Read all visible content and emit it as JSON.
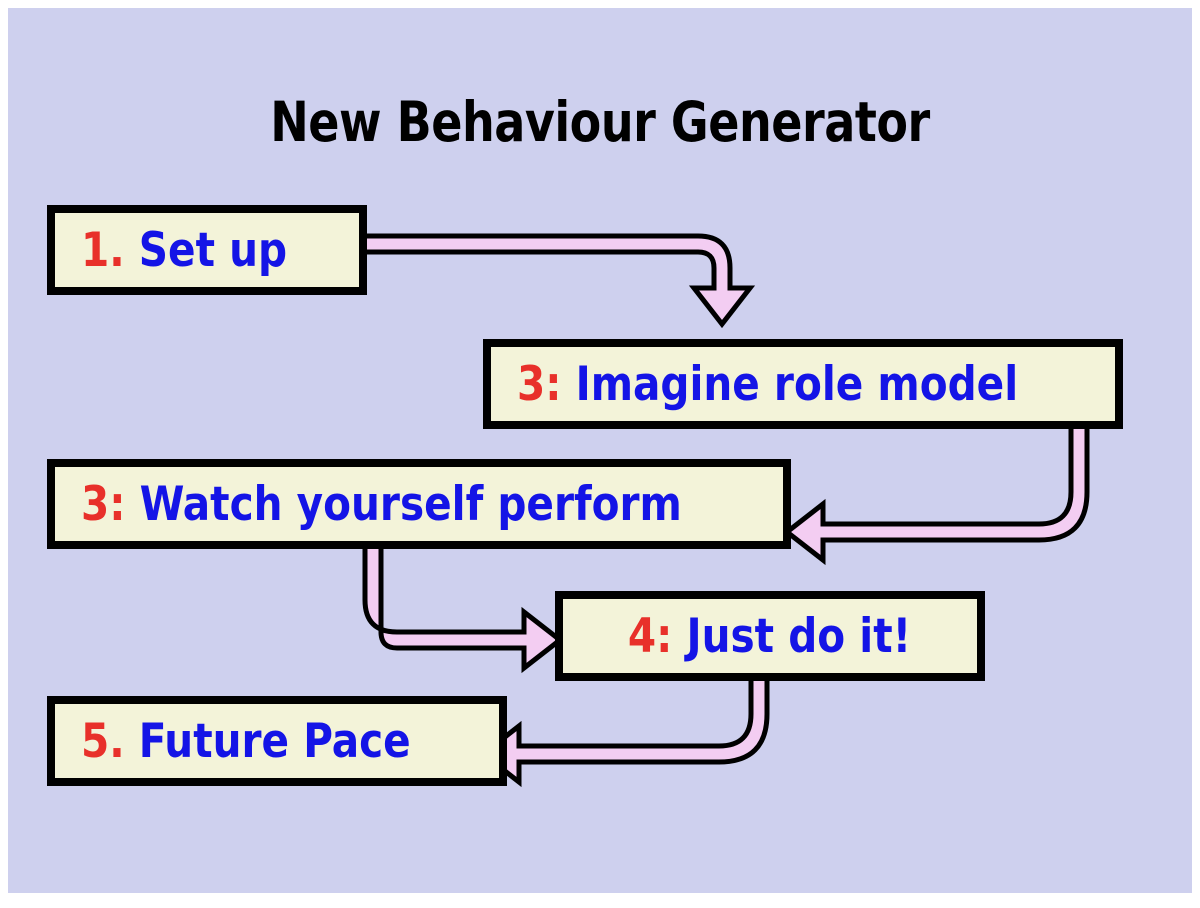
{
  "slide": {
    "title": "New Behaviour Generator",
    "background_color": "#ced0ee",
    "page_background": "#ffffff"
  },
  "theme": {
    "node_fill": "#f3f3d9",
    "node_border": "#000000",
    "number_color": "#e8302a",
    "label_color": "#1414e6",
    "arrow_fill": "#f3cdf2",
    "arrow_stroke": "#000000"
  },
  "chart_data": {
    "type": "flowchart",
    "title": "New Behaviour Generator",
    "nodes": [
      {
        "id": "n1",
        "number": "1.",
        "label": "Set up",
        "step": 1
      },
      {
        "id": "n2",
        "number": "3:",
        "label": "Imagine role model",
        "step": 2
      },
      {
        "id": "n3",
        "number": "3:",
        "label": "Watch yourself perform",
        "step": 3
      },
      {
        "id": "n4",
        "number": "4:",
        "label": "Just do it!",
        "step": 4
      },
      {
        "id": "n5",
        "number": "5.",
        "label": "Future Pace",
        "step": 5
      }
    ],
    "edges": [
      {
        "from": "n1",
        "to": "n2",
        "shape": "elbow-right-down",
        "arrow_direction": "down"
      },
      {
        "from": "n2",
        "to": "n3",
        "shape": "elbow-down-left",
        "arrow_direction": "left"
      },
      {
        "from": "n3",
        "to": "n4",
        "shape": "elbow-down-right",
        "arrow_direction": "right"
      },
      {
        "from": "n4",
        "to": "n5",
        "shape": "elbow-down-left",
        "arrow_direction": "left"
      }
    ]
  },
  "nodes": {
    "n1": {
      "number": "1.",
      "label": "Set up"
    },
    "n2": {
      "number": "3:",
      "label": "Imagine role model"
    },
    "n3": {
      "number": "3:",
      "label": "Watch yourself perform"
    },
    "n4": {
      "number": "4:",
      "label": "Just do it!"
    },
    "n5": {
      "number": "5.",
      "label": "Future Pace"
    }
  }
}
